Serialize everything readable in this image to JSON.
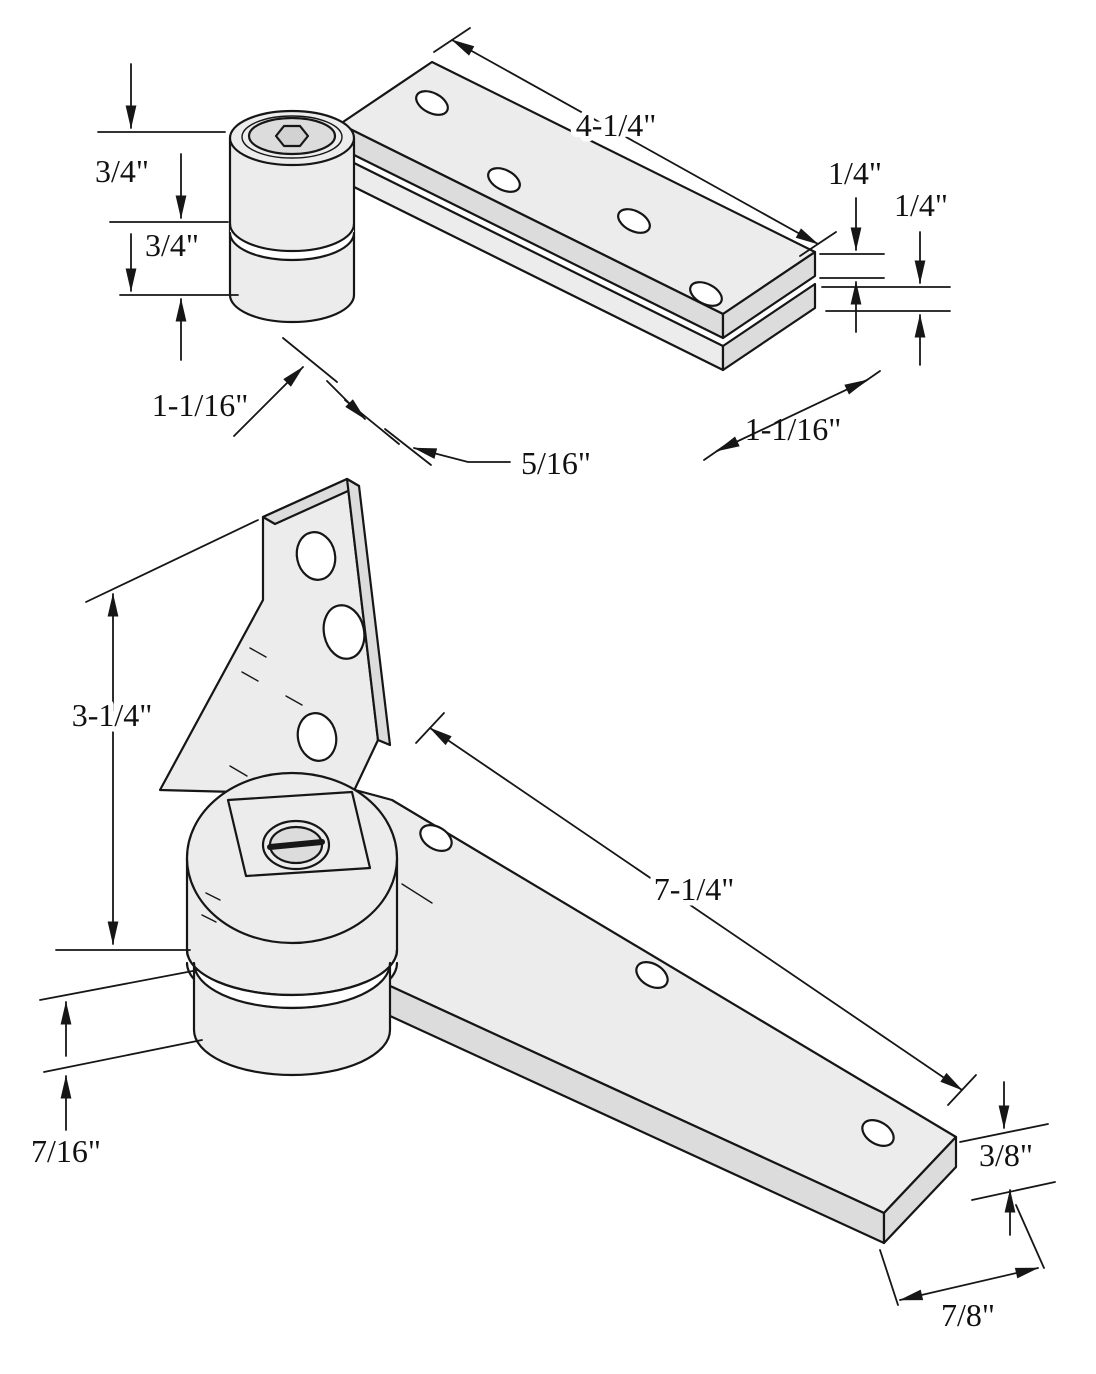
{
  "colors": {
    "part_fill": "#ececec",
    "part_shade": "#dcdcdc",
    "hole_fill": "#ffffff",
    "socket_fill": "#d2d2d2",
    "line": "#161616"
  },
  "dims": {
    "top_pivot_upper_height": "3/4\"",
    "top_pivot_lower_height": "3/4\"",
    "top_arm_length": "4-1/4\"",
    "top_plate_thickness": "1/4\"",
    "bottom_plate_thickness": "1/4\"",
    "top_pivot_offset": "1-1/16\"",
    "top_arm_end_width": "1-1/16\"",
    "plate_gap": "5/16\"",
    "jamb_plate_height": "3-1/4\"",
    "bottom_arm_length": "7-1/4\"",
    "pivot_base_clearance": "7/16\"",
    "bottom_arm_thickness": "3/8\"",
    "bottom_arm_end_width": "7/8\""
  }
}
